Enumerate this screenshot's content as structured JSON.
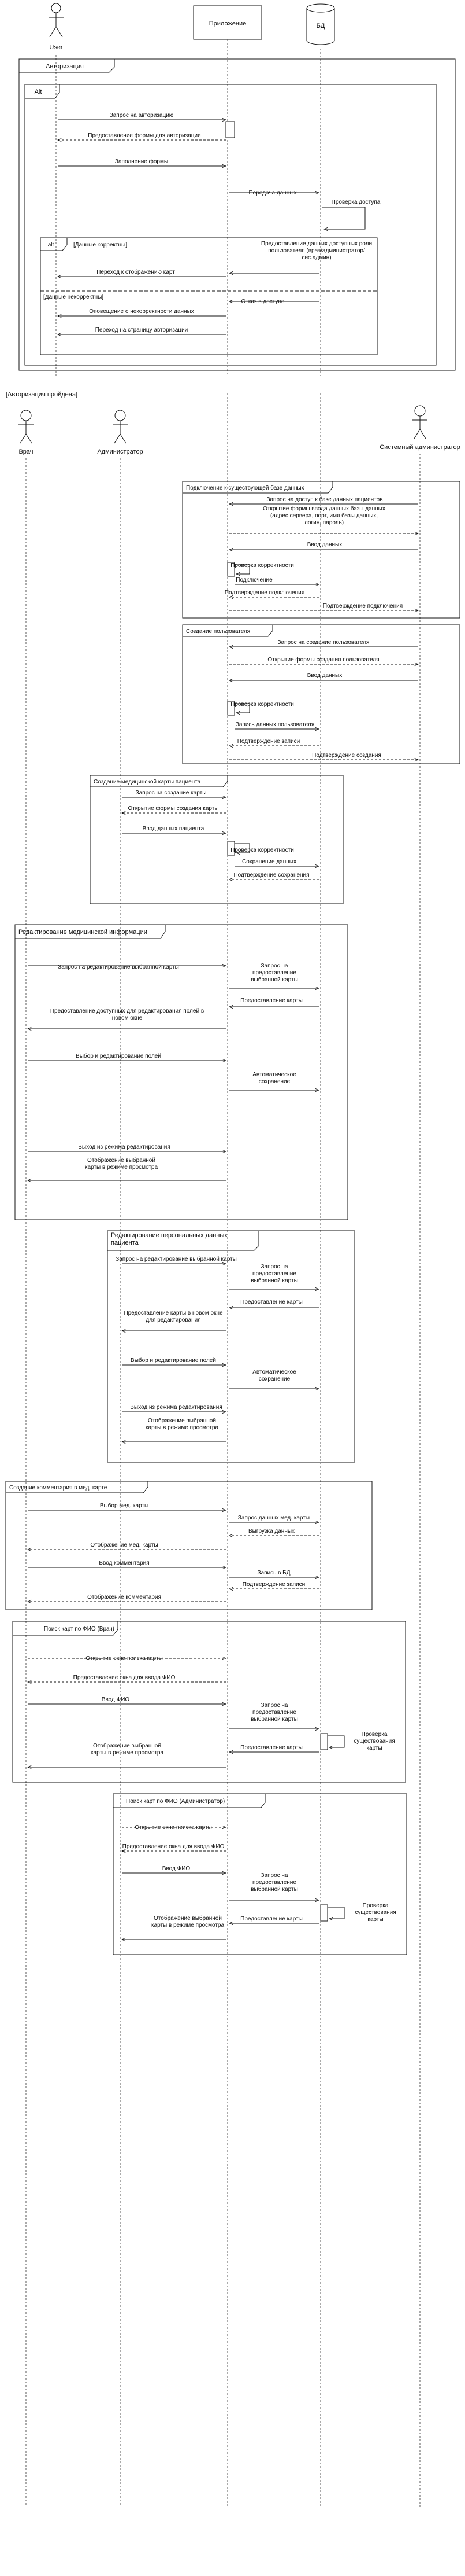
{
  "participants": {
    "user": "User",
    "app": "Приложение",
    "db": "БД",
    "doctor": "Врач",
    "admin": "Администратор",
    "sysadmin": "Системный администратор"
  },
  "auth": {
    "title": "Авторизация",
    "alt": "Alt",
    "inner_alt": "alt",
    "guard_ok": "[Данные корректны]",
    "guard_bad": "[Данные некорректны]",
    "messages": [
      "Запрос на авторизацию",
      "Предоставление формы для авторизации",
      "Заполнение формы",
      "Передача данных",
      "Проверка доступа",
      "Предоставление данных доступных роли пользователя (врач/администратор/сис.админ)",
      "Переход к отображению карт",
      "Отказ в доступе",
      "Оповещение о некорректности данных",
      "Переход на страницу авторизации"
    ],
    "passed": "[Авторизация пройдена]"
  },
  "frames": [
    {
      "title": "Подключение к существующей базе данных",
      "messages": [
        "Запрос на доступ к базе данных пациентов",
        "Открытие формы ввода данных базы данных (адрес сервера, порт, имя базы данных, логин, пароль)",
        "Ввод данных",
        "Проверка корректности",
        "Подключение",
        "Подтверждение подключения",
        "Подтверждение подключения"
      ]
    },
    {
      "title": "Создание пользователя",
      "messages": [
        "Запрос на создание пользователя",
        "Открытие формы создания пользователя",
        "Ввод данных",
        "Проверка корректности",
        "Запись данных пользователя",
        "Подтверждение записи",
        "Подтверждение создания"
      ]
    },
    {
      "title": "Создание медицинской карты пациента",
      "messages": [
        "Запрос на создание карты",
        "Открытие формы создания карты",
        "Ввод данных пациента",
        "Проверка корректности",
        "Сохранение данных",
        "Подтверждение сохранения"
      ]
    },
    {
      "title": "Редактирование медицинской информации",
      "messages": [
        "Запрос на редактирование выбранной карты",
        "Запрос на предоставление выбранной карты",
        "Предоставление карты",
        "Предоставление доступных для редактирования полей в новом окне",
        "Выбор и редактирование полей",
        "Автоматическое сохранение",
        "Выход из режима редактирования",
        "Отображение выбранной карты в режиме просмотра"
      ]
    },
    {
      "title": "Редактирование персональных данных пациента",
      "messages": [
        "Запрос на редактирование выбранной карты",
        "Запрос на предоставление выбранной карты",
        "Предоставление карты",
        "Предоставление карты в новом окне для редактирования",
        "Выбор и редактирование полей",
        "Автоматическое сохранение",
        "Выход из режима редактирования",
        "Отображение выбранной карты в режиме просмотра"
      ]
    },
    {
      "title": "Создание комментария в мед. карте",
      "messages": [
        "Выбор мед. карты",
        "Запрос данных мед. карты",
        "Выгрузка данных",
        "Отображение мед. карты",
        "Ввод комментария",
        "Запись в БД",
        "Подтверждение записи",
        "Отображение комментария"
      ]
    },
    {
      "title": "Поиск карт по ФИО (Врач)",
      "messages": [
        "Открытие окна поиска карты",
        "Предоставление окна для ввода ФИО",
        "Ввод ФИО",
        "Запрос на предоставление выбранной карты",
        "Проверка существования карты",
        "Предоставление карты",
        "Отображение выбранной карты в режиме просмотра"
      ]
    },
    {
      "title": "Поиск карт по ФИО (Администратор)",
      "messages": [
        "Открытие окна поиска карты",
        "Предоставление окна для ввода ФИО",
        "Ввод ФИО",
        "Запрос на предоставление выбранной карты",
        "Проверка существования карты",
        "Предоставление карты",
        "Отображение выбранной карты в режиме просмотра"
      ]
    }
  ]
}
